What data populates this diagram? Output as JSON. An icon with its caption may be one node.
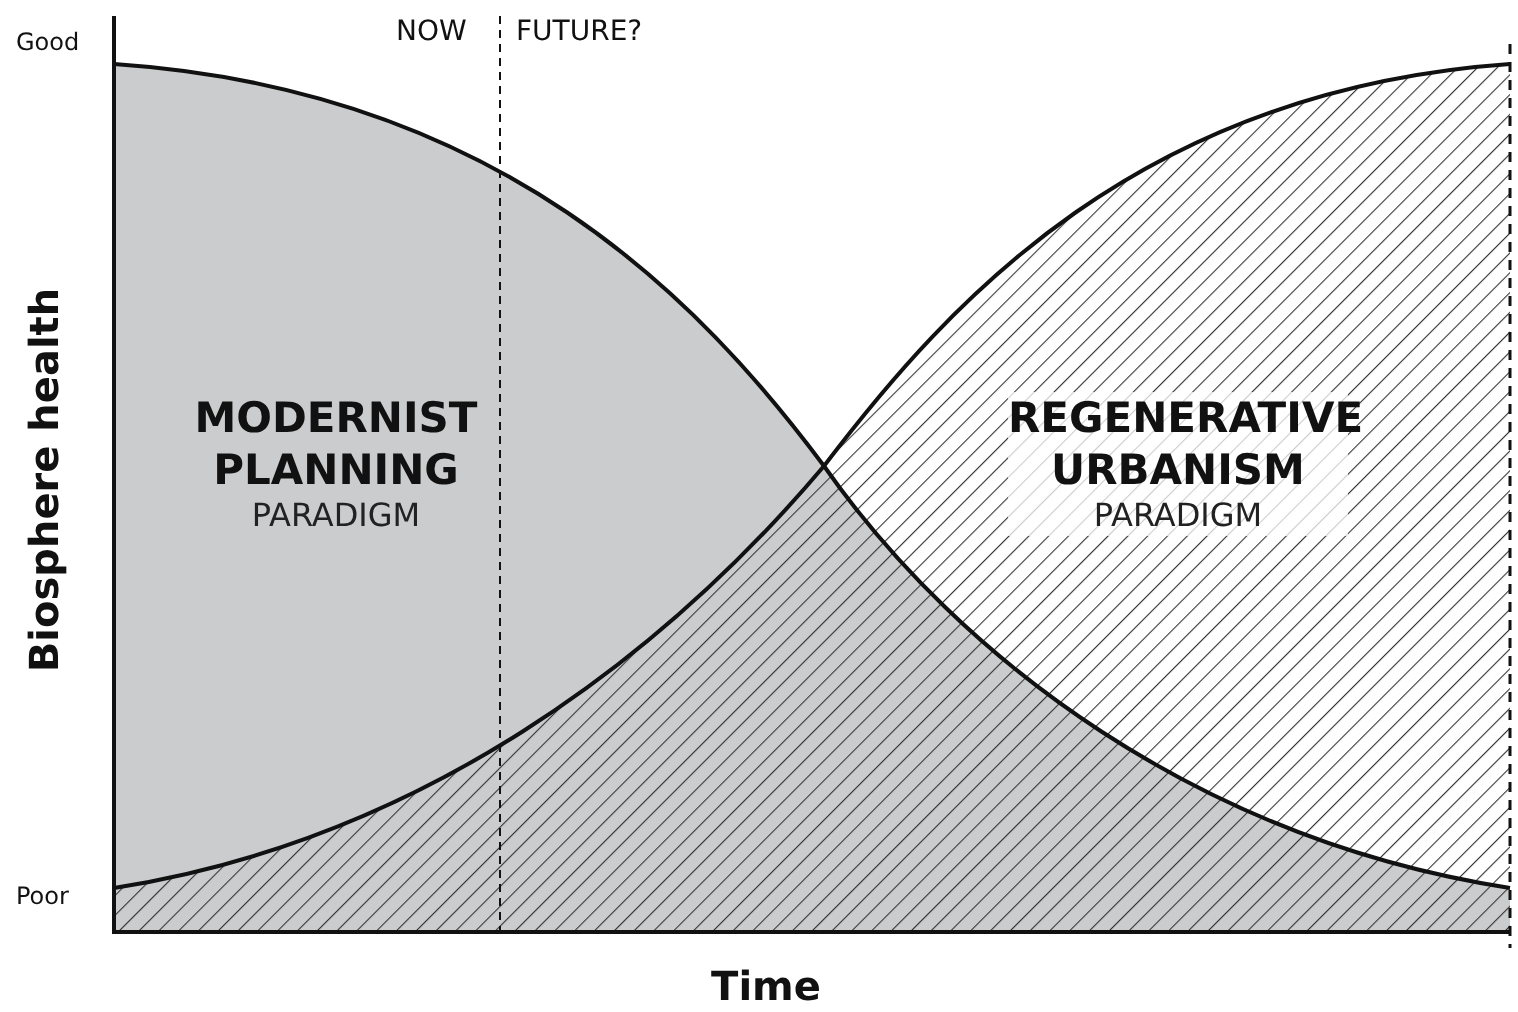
{
  "diagram": {
    "nodes": [
      {
        "text": [
          "MODERNIST PLANNING",
          "PARADIGM"
        ]
      },
      {
        "text": [
          "REGENERATIVE URBANISM",
          "PARADIGM"
        ]
      }
    ],
    "labels": [
      "Good",
      "NOW",
      "FUTURE?",
      "Biosphere health",
      "Poor",
      "Time"
    ]
  }
}
